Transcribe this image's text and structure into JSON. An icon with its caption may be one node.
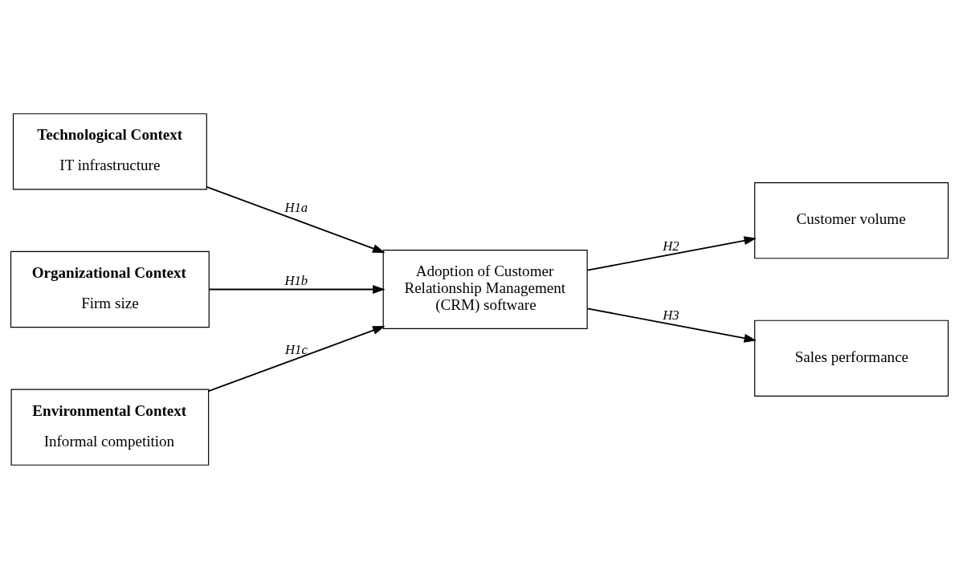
{
  "diagram": {
    "nodes": [
      {
        "text": [
          "Technological Context",
          "IT infrastructure"
        ]
      },
      {
        "text": [
          "Organizational Context",
          "Firm size"
        ]
      },
      {
        "text": [
          "Environmental Context",
          "Informal competition"
        ]
      },
      {
        "text": [
          "Adoption of Customer Relationship Management (CRM) software"
        ]
      },
      {
        "text": [
          "Customer volume"
        ]
      },
      {
        "text": [
          "Sales performance"
        ]
      }
    ],
    "edges": [
      {
        "from": 0,
        "to": 3,
        "arrow": "to",
        "label": "H1a"
      },
      {
        "from": 1,
        "to": 3,
        "arrow": "to",
        "label": "H1b"
      },
      {
        "from": 2,
        "to": 3,
        "arrow": "to",
        "label": "H1c"
      },
      {
        "from": 3,
        "to": 4,
        "arrow": "to",
        "label": "H2"
      },
      {
        "from": 3,
        "to": 5,
        "arrow": "to",
        "label": "H3"
      }
    ]
  }
}
